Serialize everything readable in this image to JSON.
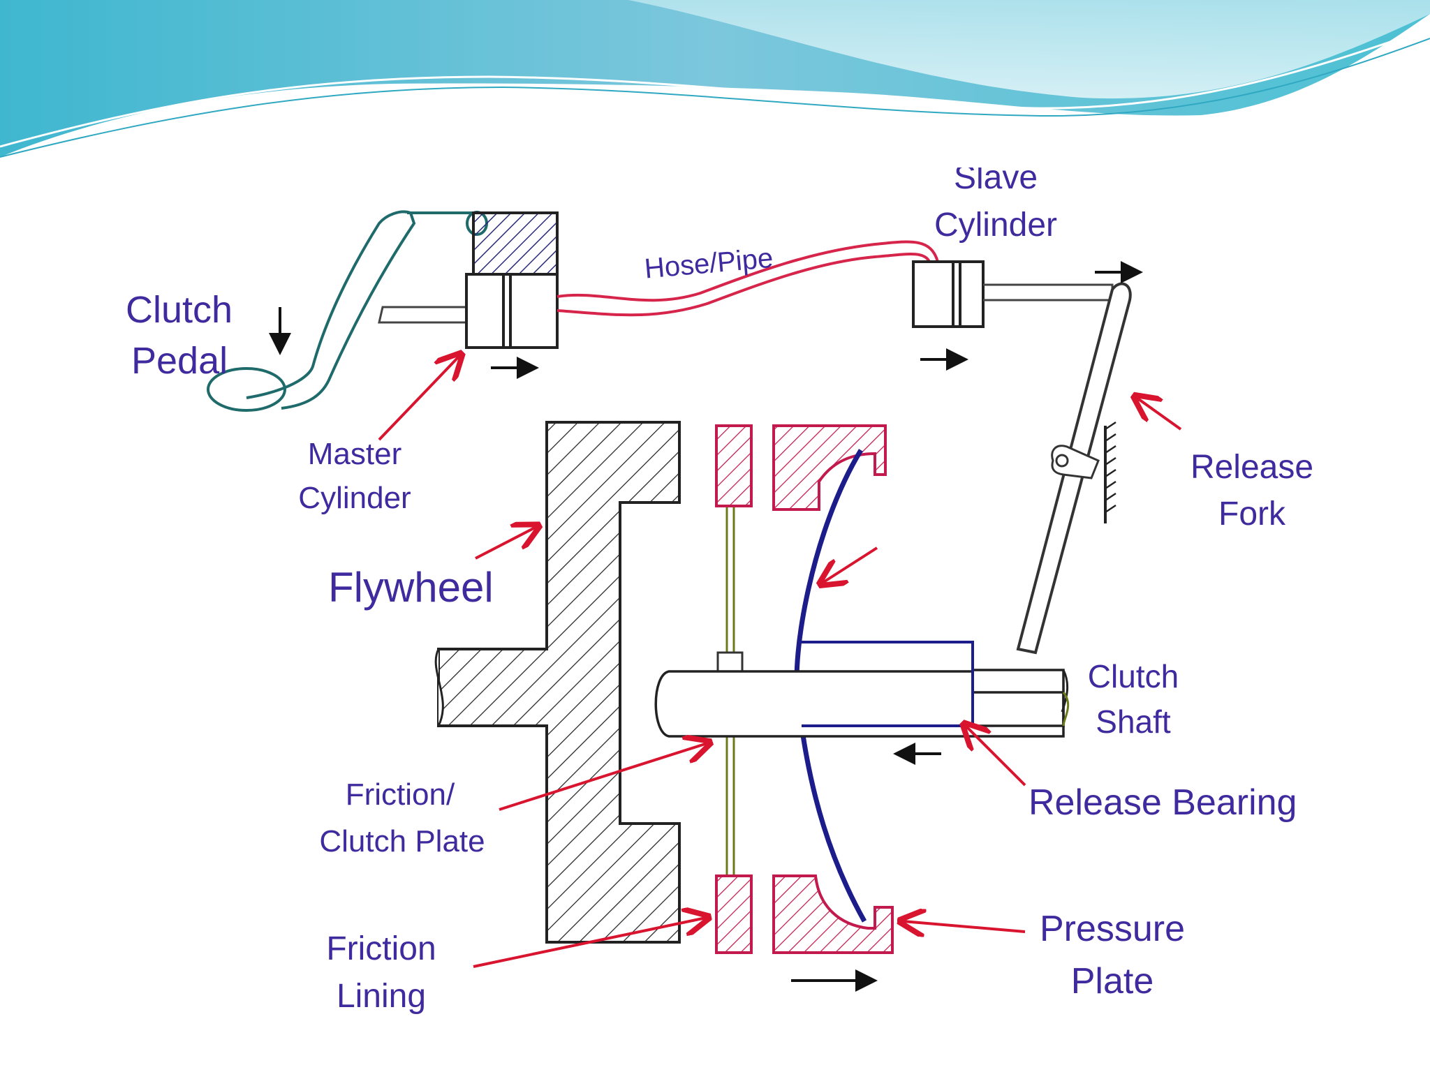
{
  "labels": {
    "slave_cylinder_line1": "Slave",
    "slave_cylinder_line2": "Cylinder",
    "hose_pipe": "Hose/Pipe",
    "clutch_pedal_line1": "Clutch",
    "clutch_pedal_line2": "Pedal",
    "master_cylinder_line1": "Master",
    "master_cylinder_line2": "Cylinder",
    "release_fork_line1": "Release",
    "release_fork_line2": "Fork",
    "flywheel": "Flywheel",
    "clutch_shaft_line1": "Clutch",
    "clutch_shaft_line2": "Shaft",
    "friction_clutch_plate_line1": "Friction/",
    "friction_clutch_plate_line2": "Clutch Plate",
    "release_bearing": "Release Bearing",
    "friction_lining_line1": "Friction",
    "friction_lining_line2": "Lining",
    "pressure_plate_line1": "Pressure",
    "pressure_plate_line2": "Plate"
  },
  "colors": {
    "label_text": "#3f2a9e",
    "pointer_arrow": "#d8142e",
    "hose": "#d6244a",
    "hatch_part": "#c21a4d",
    "spring": "#1c1c8a",
    "outline": "#222222",
    "pedal_link": "#1f6a6a",
    "header_teal": "#5ec4d6"
  }
}
